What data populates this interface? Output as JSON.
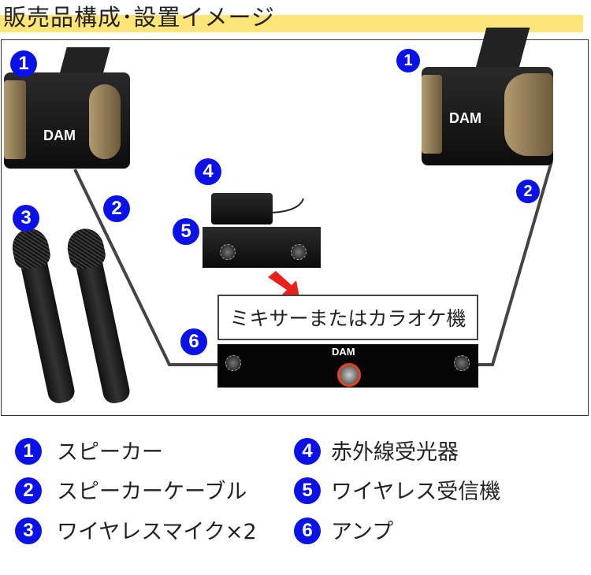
{
  "title": "販売品構成･設置イメージ",
  "colors": {
    "badge": "#0b12e8",
    "highlight": "#fde57a",
    "arrow": "#e8221a",
    "cable": "#444444"
  },
  "diagram": {
    "badges": [
      "1",
      "1",
      "2",
      "2",
      "3",
      "4",
      "5",
      "6"
    ],
    "speaker_logo": "DAM",
    "amp_logo": "DAM",
    "mixer_label": "ミキサーまたはカラオケ機"
  },
  "legend": [
    {
      "num": "1",
      "label": "スピーカー"
    },
    {
      "num": "2",
      "label": "スピーカーケーブル"
    },
    {
      "num": "3",
      "label": "ワイヤレスマイク×2"
    },
    {
      "num": "4",
      "label": "赤外線受光器"
    },
    {
      "num": "5",
      "label": "ワイヤレス受信機"
    },
    {
      "num": "6",
      "label": "アンプ"
    }
  ]
}
